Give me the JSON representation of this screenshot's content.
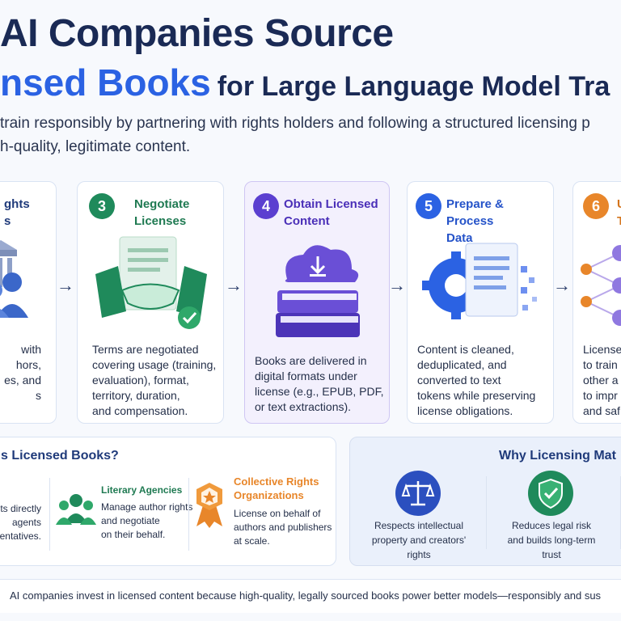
{
  "header": {
    "title_line1": "AI Companies Source",
    "title_line2_accent": "nsed Books",
    "title_line2_rest": "for Large Language Model Tra",
    "subtitle_line1": "train responsibly by partnering with rights holders and following a structured licensing p",
    "subtitle_line2": "h-quality, legitimate content."
  },
  "steps": [
    {
      "number": "",
      "title_line1": "ghts",
      "title_line2": "s",
      "desc": [
        "with",
        "hors,",
        "es, and",
        "s"
      ]
    },
    {
      "number": "3",
      "title_line1": "Negotiate",
      "title_line2": "Licenses",
      "desc": [
        "Terms are negotiated",
        "covering usage (training,",
        "evaluation), format,",
        "territory, duration,",
        "and compensation."
      ]
    },
    {
      "number": "4",
      "title_line1": "Obtain Licensed",
      "title_line2": "Content",
      "desc": [
        "Books are delivered in",
        "digital formats under",
        "license (e.g., EPUB, PDF,",
        "or text extractions)."
      ]
    },
    {
      "number": "5",
      "title_line1": "Prepare & Process",
      "title_line2": "Data",
      "desc": [
        "Content is cleaned,",
        "deduplicated, and",
        "converted to text",
        "tokens while preserving",
        "license obligations."
      ]
    },
    {
      "number": "6",
      "title_line1": "U",
      "title_line2": "T",
      "desc": [
        "Licensed",
        "to train",
        "other a",
        "to impr",
        "and saf"
      ]
    }
  ],
  "sources": {
    "heading": "s Licensed Books?",
    "direct": [
      "ts directly",
      "agents",
      "entatives."
    ],
    "literary": {
      "title": "Literary Agencies",
      "desc": [
        "Manage author rights",
        "and negotiate",
        "on their behalf."
      ]
    },
    "collective": {
      "title_line1": "Collective Rights",
      "title_line2": "Organizations",
      "desc": [
        "License on behalf of",
        "authors and publishers",
        "at scale."
      ]
    }
  },
  "why": {
    "heading": "Why Licensing Mat",
    "items": [
      {
        "icon": "scales-icon",
        "text": [
          "Respects intellectual",
          "property and creators'",
          "rights"
        ]
      },
      {
        "icon": "shield-check-icon",
        "text": [
          "Reduces legal risk",
          "and builds long-term",
          "trust"
        ]
      }
    ]
  },
  "footer": {
    "text": "AI companies invest in licensed content because high-quality, legally sourced books power better models—responsibly and sus"
  },
  "colors": {
    "navy": "#1a2a55",
    "blue": "#2b62e3",
    "green": "#1f8a5b",
    "purple": "#5b3fd0",
    "orange": "#e8862a"
  }
}
